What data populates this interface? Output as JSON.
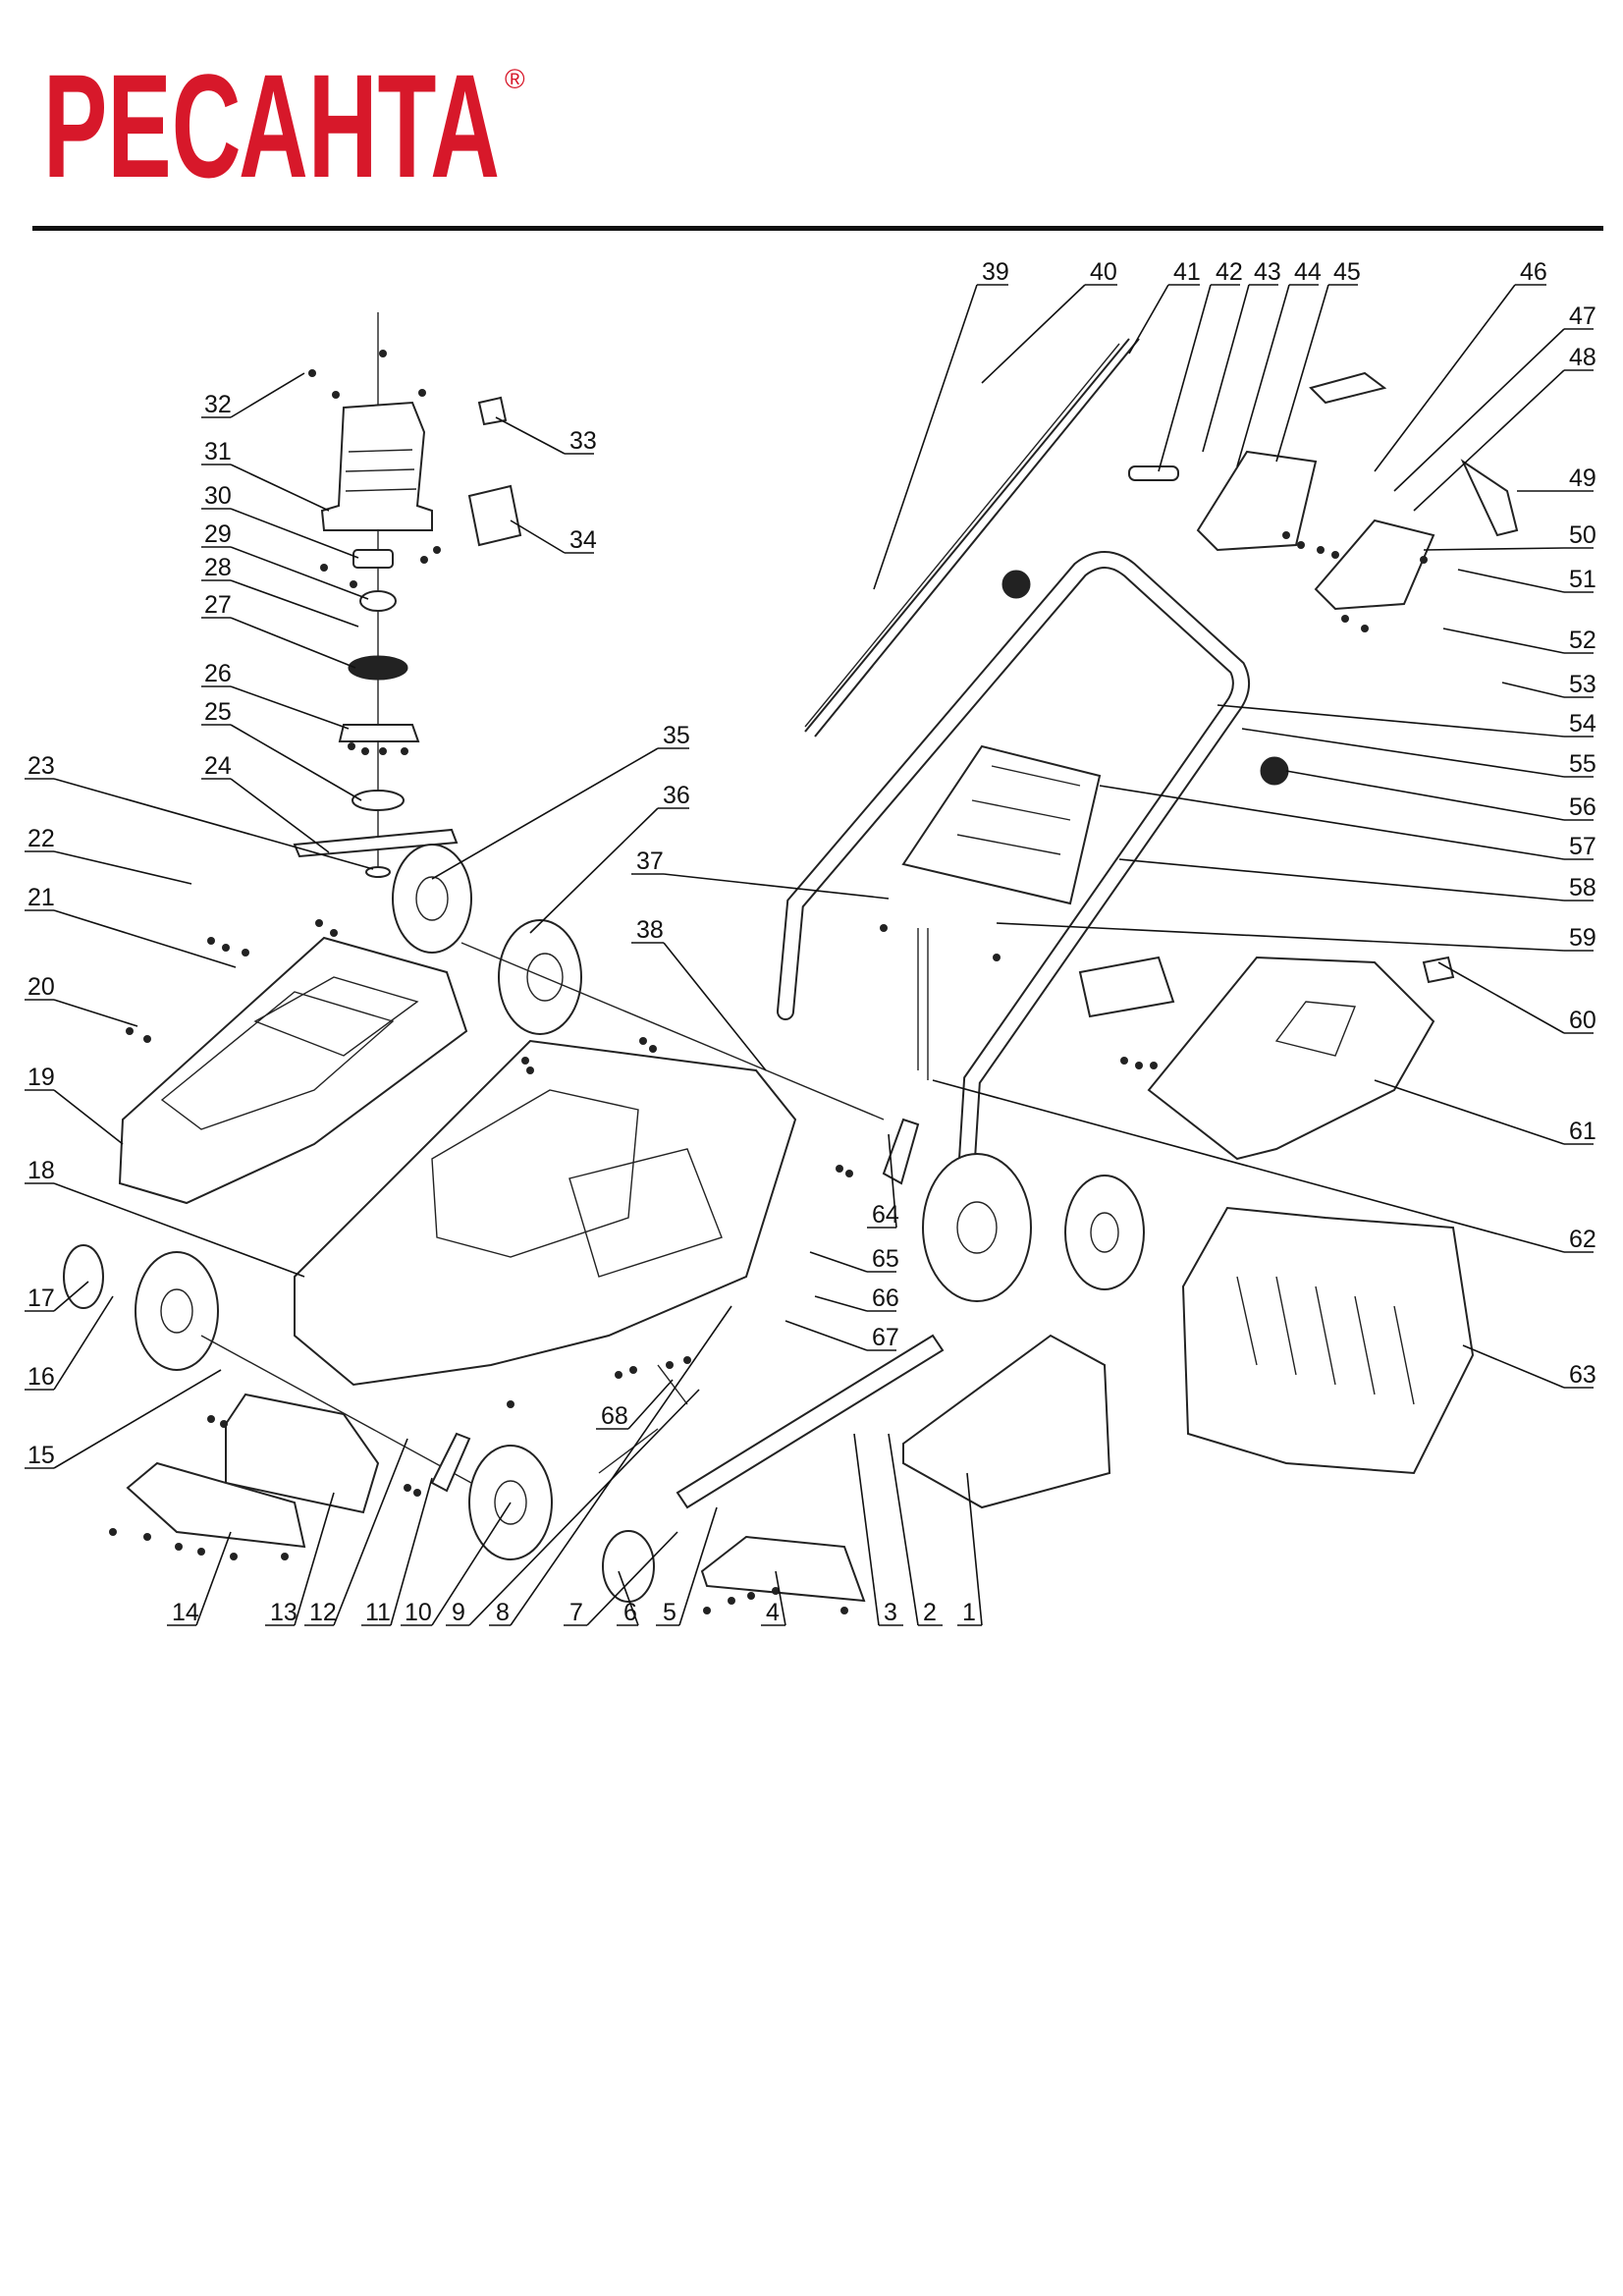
{
  "brand": {
    "name": "РЕСАНТА",
    "registered_mark": "®",
    "color": "#d7182a"
  },
  "diagram": {
    "type": "exploded parts diagram",
    "labels": [
      "1",
      "2",
      "3",
      "4",
      "5",
      "6",
      "7",
      "8",
      "9",
      "10",
      "11",
      "12",
      "13",
      "14",
      "15",
      "16",
      "17",
      "18",
      "19",
      "20",
      "21",
      "22",
      "23",
      "24",
      "25",
      "26",
      "27",
      "28",
      "29",
      "30",
      "31",
      "32",
      "33",
      "34",
      "35",
      "36",
      "37",
      "38",
      "39",
      "40",
      "41",
      "42",
      "43",
      "44",
      "45",
      "46",
      "47",
      "48",
      "49",
      "50",
      "51",
      "52",
      "53",
      "54",
      "55",
      "56",
      "57",
      "58",
      "59",
      "60",
      "61",
      "62",
      "63",
      "64",
      "65",
      "66",
      "67",
      "68"
    ]
  }
}
